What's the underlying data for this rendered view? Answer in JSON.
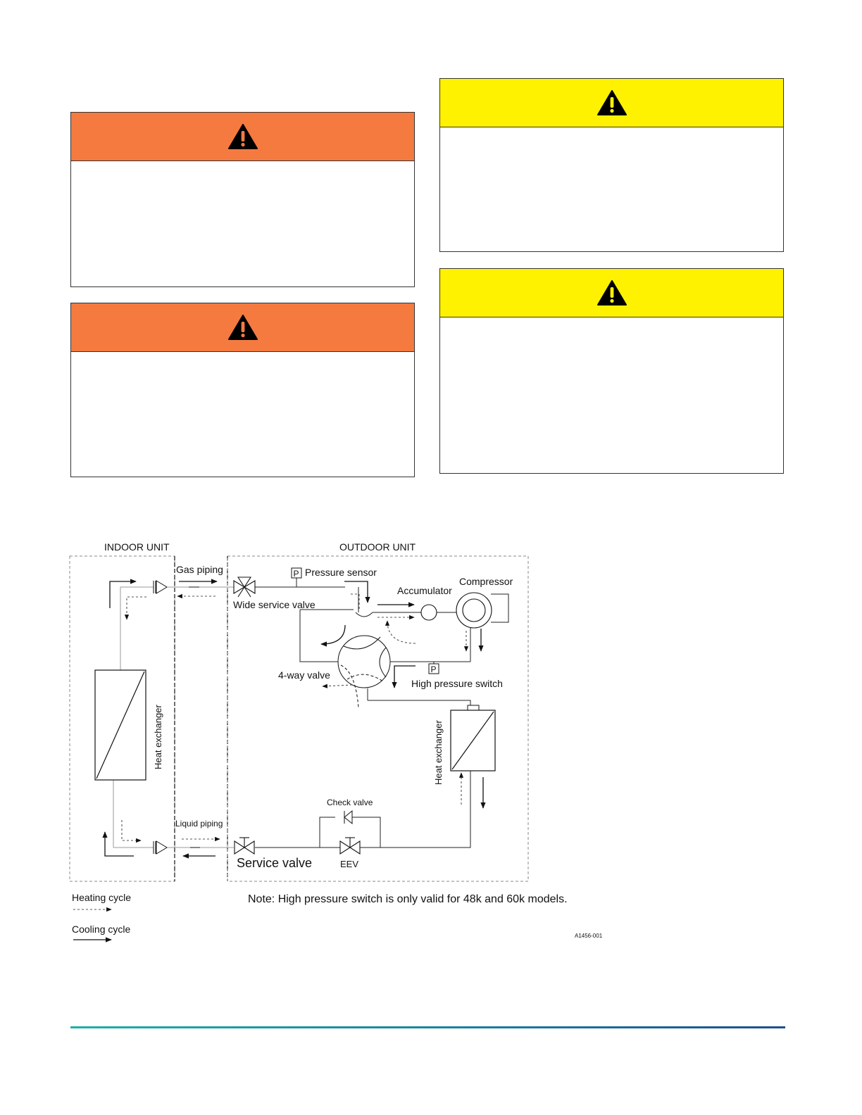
{
  "colors": {
    "warning_orange": "#f47a40",
    "caution_yellow": "#fff200",
    "footer_rule_start": "#1bb0a8",
    "footer_rule_end": "#1c4f8e"
  },
  "icons": {
    "alert": "warning-triangle-icon"
  },
  "diagram": {
    "indoor_unit": "INDOOR UNIT",
    "outdoor_unit": "OUTDOOR UNIT",
    "gas_piping": "Gas piping",
    "liquid_piping": "Liquid piping",
    "pressure_sensor": "Pressure sensor",
    "accumulator": "Accumulator",
    "compressor": "Compressor",
    "wide_service_valve": "Wide service valve",
    "four_way_valve": "4-way valve",
    "high_pressure_switch": "High pressure switch",
    "heat_exchanger_indoor": "Heat exchanger",
    "heat_exchanger_outdoor": "Heat exchanger",
    "check_valve": "Check valve",
    "service_valve": "Service valve",
    "eev": "EEV",
    "p_label": "P",
    "legend_heating": "Heating cycle",
    "legend_cooling": "Cooling cycle",
    "note": "Note: High pressure switch is only valid for 48k  and 60k models.",
    "figure_id": "A1456-001"
  }
}
